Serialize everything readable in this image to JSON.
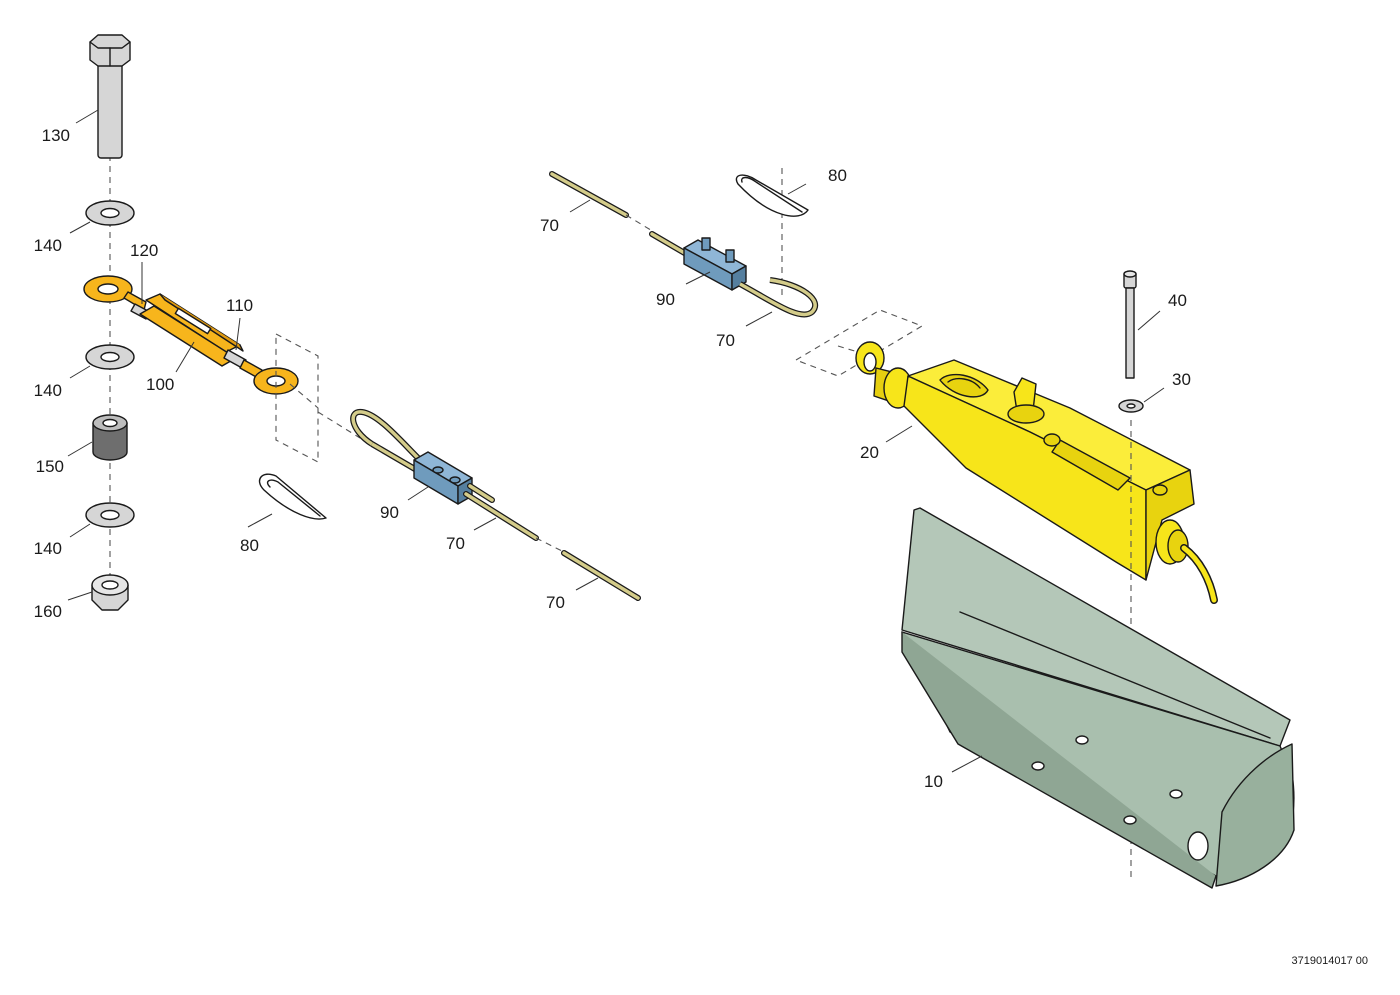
{
  "drawing_number": "3719014017 00",
  "colors": {
    "grey_part": "#d6d6d6",
    "dark_grey": "#6e6e6e",
    "orange": "#f7b51c",
    "yellow": "#f7e51a",
    "blue": "#6f9bbd",
    "cable": "#d4cc8a",
    "bracket": "#a9bfae"
  },
  "labels": [
    {
      "text": "130",
      "anchor": "end"
    },
    {
      "text": "140",
      "anchor": "end"
    },
    {
      "text": "120",
      "anchor": "start"
    },
    {
      "text": "110",
      "anchor": "start"
    },
    {
      "text": "140",
      "anchor": "end"
    },
    {
      "text": "100",
      "anchor": "start"
    },
    {
      "text": "150",
      "anchor": "end"
    },
    {
      "text": "140",
      "anchor": "end"
    },
    {
      "text": "160",
      "anchor": "end"
    },
    {
      "text": "80",
      "anchor": "start"
    },
    {
      "text": "90",
      "anchor": "start"
    },
    {
      "text": "70",
      "anchor": "start"
    },
    {
      "text": "70",
      "anchor": "start"
    },
    {
      "text": "70",
      "anchor": "start"
    },
    {
      "text": "80",
      "anchor": "start"
    },
    {
      "text": "90",
      "anchor": "start"
    },
    {
      "text": "70",
      "anchor": "start"
    },
    {
      "text": "40",
      "anchor": "start"
    },
    {
      "text": "30",
      "anchor": "start"
    },
    {
      "text": "20",
      "anchor": "start"
    },
    {
      "text": "10",
      "anchor": "start"
    }
  ]
}
